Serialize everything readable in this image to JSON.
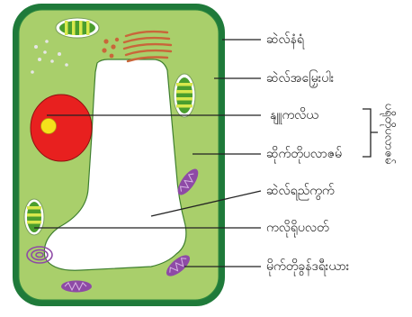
{
  "diagram": {
    "labels": {
      "cell_wall": "ဆဲလ်နံရံ",
      "cell_membrane": "ဆဲလ်အမြှေးပါး",
      "nucleus": "နျူကလိယ",
      "cytoplasm": "ဆိုက်တိုပလာဇမ်",
      "vacuole": "ဆဲလ်ရည်ကွက်",
      "chloroplast": "ကလိုရိုပလတ်",
      "mitochondria": "မိုက်တိုခွန်ဒရီးယား",
      "protoplasm_group": "ပရိုတိုပလာဇမ်"
    },
    "colors": {
      "cell_wall": "#1f7a3a",
      "cytoplasm": "#a9cf6b",
      "vacuole": "#ffffff",
      "nucleus": "#e8201f",
      "nucleolus": "#f5e11b",
      "chloroplast": "#4a9e2e",
      "chloroplast_band": "#d8e84c",
      "mitochondrion": "#8e4aa6",
      "golgi": "#c9663a",
      "ribosome": "#e6e6e6",
      "line": "#222222"
    }
  }
}
